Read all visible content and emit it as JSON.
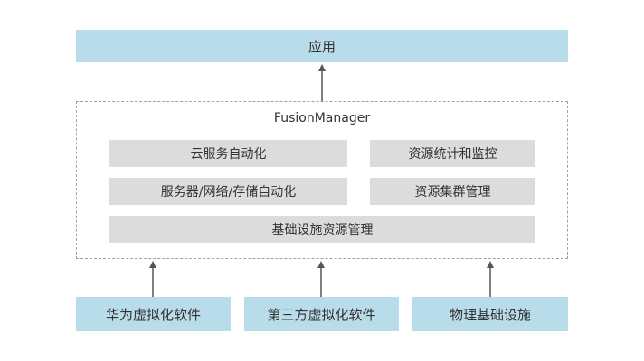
{
  "top_box": {
    "label": "应用"
  },
  "container": {
    "title": "FusionManager",
    "modules": {
      "cloud_service_automation": "云服务自动化",
      "resource_stats_monitoring": "资源统计和监控",
      "server_network_storage_automation": "服务器/网络/存储自动化",
      "resource_cluster_management": "资源集群管理",
      "infrastructure_resource_management": "基础设施资源管理"
    }
  },
  "bottom_boxes": [
    {
      "label": "华为虚拟化软件"
    },
    {
      "label": "第三方虚拟化软件"
    },
    {
      "label": "物理基础设施"
    }
  ],
  "colors": {
    "blue_box": "#b9dcea",
    "gray_box": "#dcdcdc",
    "arrow": "#555555",
    "dashed_border": "#a0a0a0"
  }
}
